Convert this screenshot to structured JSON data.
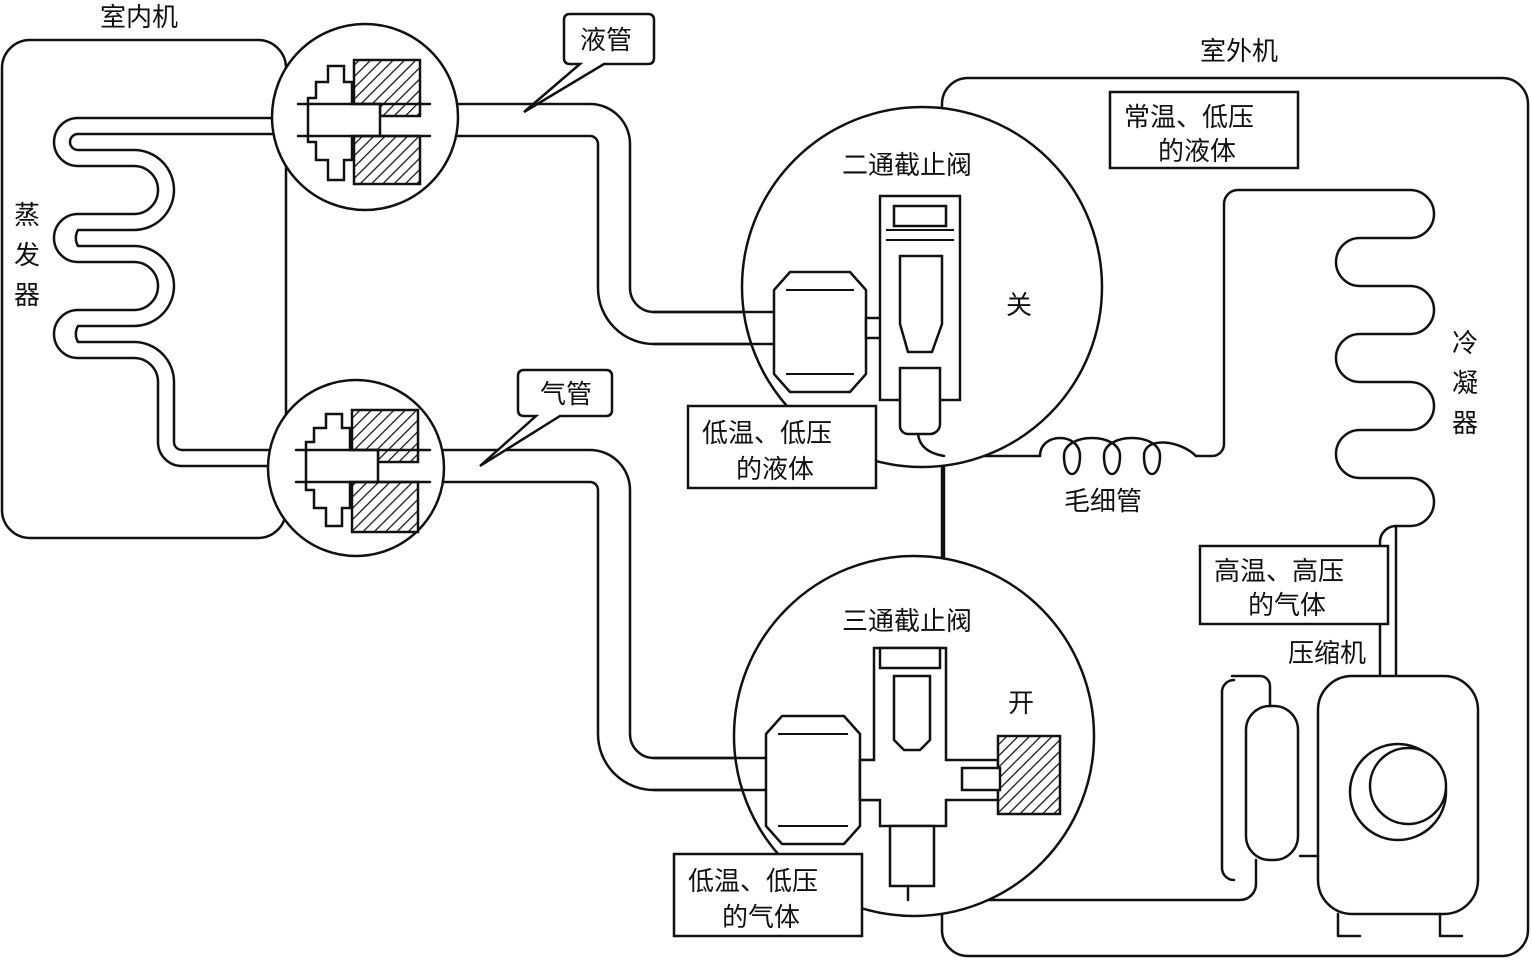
{
  "indoor_unit": {
    "title": "室内机",
    "evaporator": "蒸发器"
  },
  "outdoor_unit": {
    "title": "室外机",
    "condenser": "冷凝器",
    "compressor": "压缩机",
    "capillary": "毛细管"
  },
  "pipes": {
    "liquid": "液管",
    "gas": "气管"
  },
  "valves": {
    "two_way": {
      "name": "二通截止阀",
      "state": "关"
    },
    "three_way": {
      "name": "三通截止阀",
      "state": "开"
    }
  },
  "state_boxes": {
    "outdoor_liquid": [
      "常温、低压",
      "的液体"
    ],
    "liquid_pipe": [
      "低温、低压",
      "的液体"
    ],
    "gas_pipe": [
      "低温、低压",
      "的气体"
    ],
    "compressor_out": [
      "高温、高压",
      "的气体"
    ]
  }
}
